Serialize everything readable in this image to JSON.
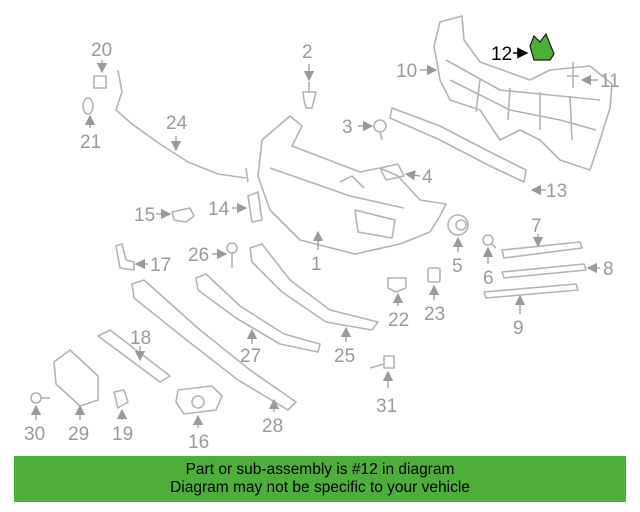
{
  "highlight_color": "#4fae3a",
  "callouts": {
    "c1": "1",
    "c2": "2",
    "c3": "3",
    "c4": "4",
    "c5": "5",
    "c6": "6",
    "c7": "7",
    "c8": "8",
    "c9": "9",
    "c10": "10",
    "c11": "11",
    "c12": "12",
    "c13": "13",
    "c14": "14",
    "c15": "15",
    "c16": "16",
    "c17": "17",
    "c18": "18",
    "c19": "19",
    "c20": "20",
    "c21": "21",
    "c22": "22",
    "c23": "23",
    "c24": "24",
    "c25": "25",
    "c26": "26",
    "c27": "27",
    "c28": "28",
    "c29": "29",
    "c30": "30",
    "c31": "31"
  },
  "banner": {
    "line1": "Part or sub-assembly is #12 in diagram",
    "line2": "Diagram may not be specific to your vehicle"
  }
}
